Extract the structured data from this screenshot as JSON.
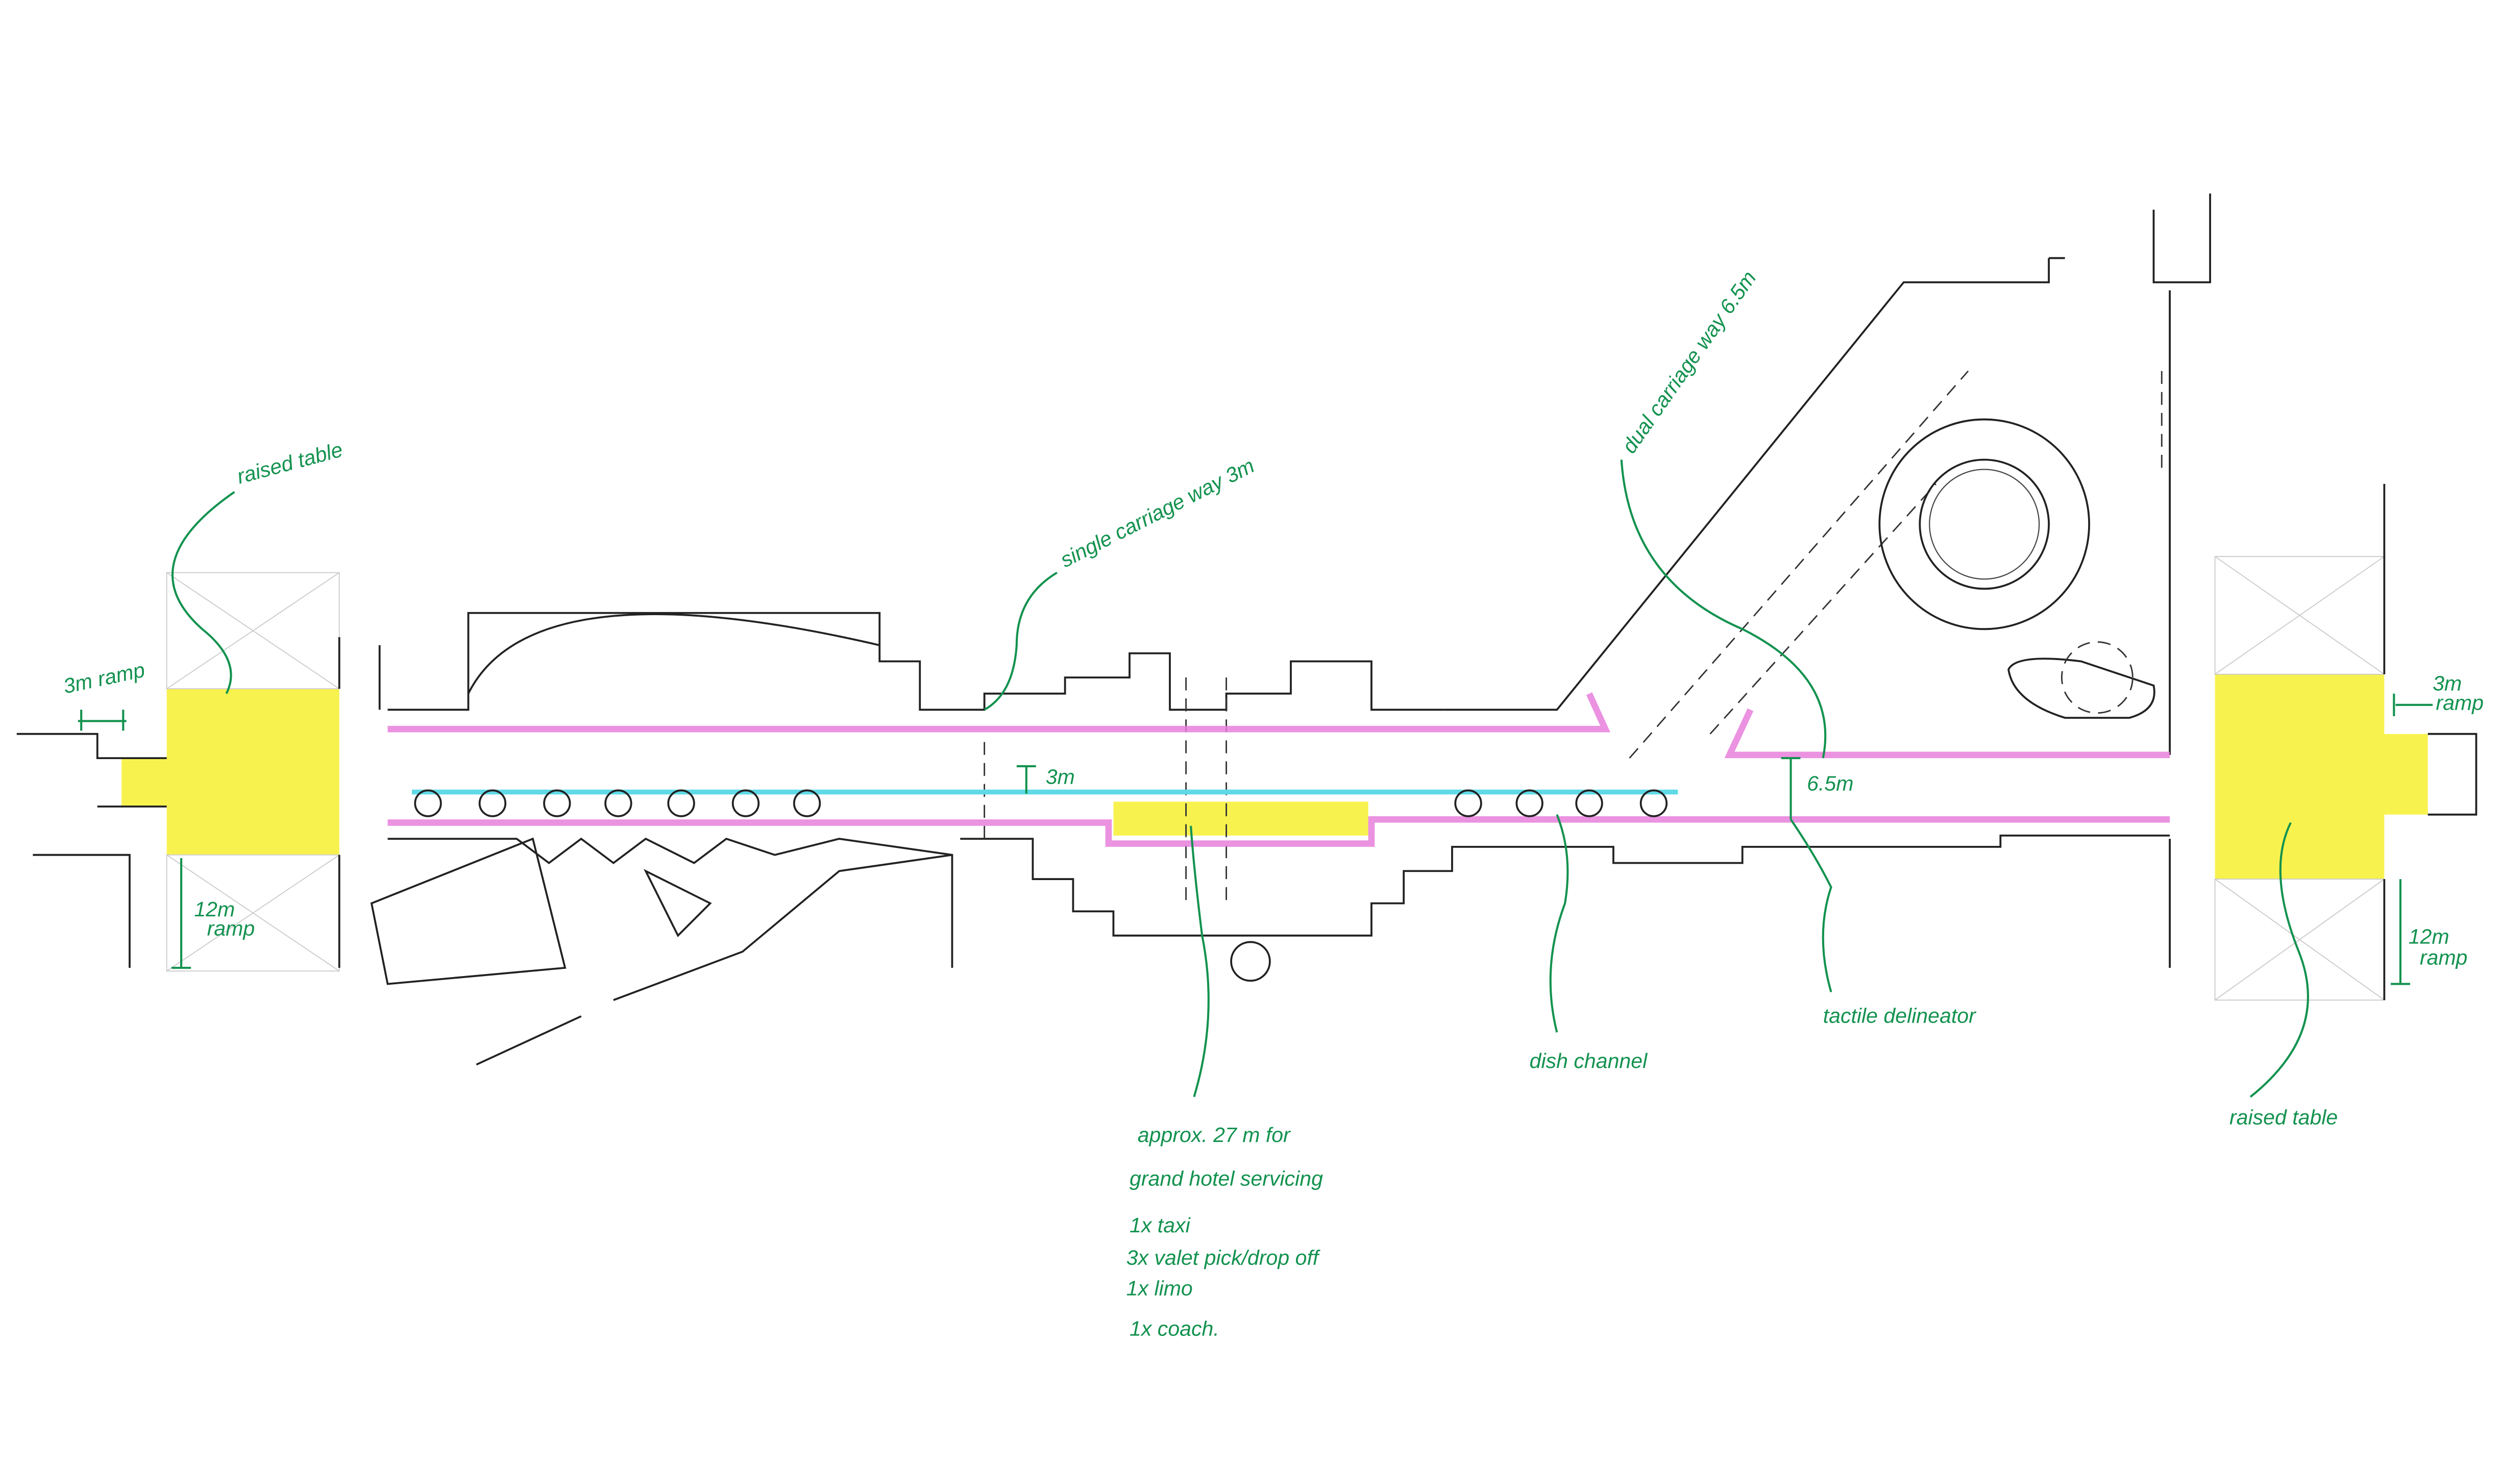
{
  "colors": {
    "annotation": "#13924f",
    "raised_table": "#f7f030",
    "kerb_line": "#e77fdc",
    "dish_channel": "#5fd9e6",
    "linework": "#222222"
  },
  "annotations": {
    "raised_table_left": "raised table",
    "ramp_3m_left": "3m ramp",
    "ramp_12m_left_1": "12m",
    "ramp_12m_left_2": "ramp",
    "single_carriageway": "single carriage way 3m",
    "dual_carriageway": "dual carriage way 6.5m",
    "width_3m": "3m",
    "width_6_5m": "6.5m",
    "dish_channel": "dish channel",
    "tactile_delineator": "tactile delineator",
    "raised_table_right": "raised table",
    "ramp_3m_right_1": "3m",
    "ramp_3m_right_2": "ramp",
    "ramp_12m_right_1": "12m",
    "ramp_12m_right_2": "ramp"
  },
  "servicing_note": {
    "line1": "approx. 27 m for",
    "line2": "grand hotel servicing",
    "items": [
      "1x taxi",
      "3x valet pick/drop off",
      "1x limo",
      "1x coach."
    ]
  }
}
